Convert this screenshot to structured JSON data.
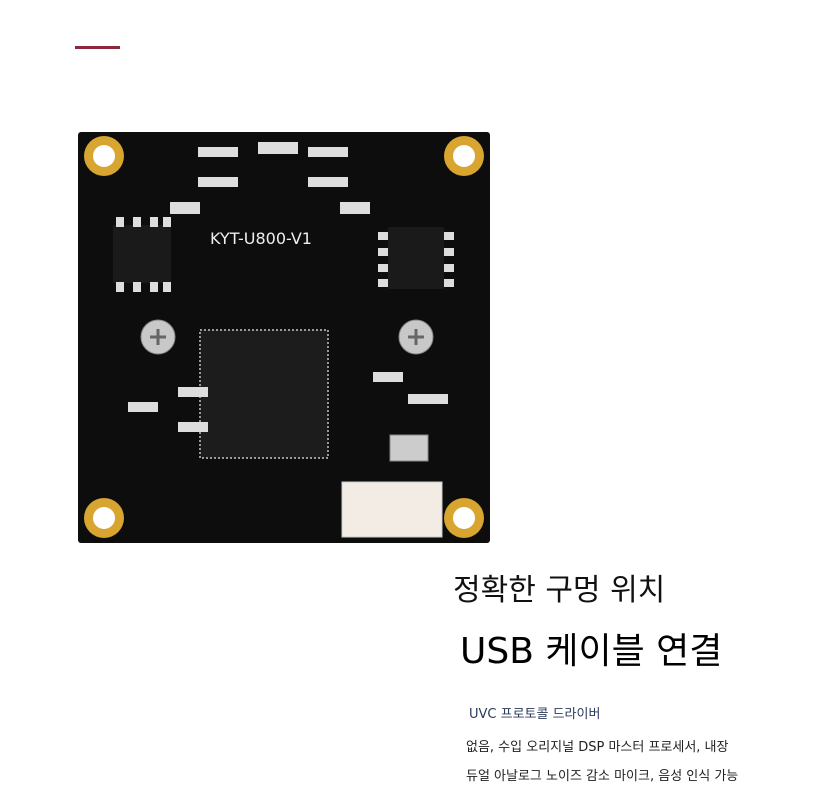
{
  "accent_color": "#8b2a3a",
  "product": {
    "silkscreen_label": "KYT-U800-V1",
    "board_color": "#0d0d0d",
    "pad_color": "#d9a531"
  },
  "headline": {
    "line1": "정확한 구멍 위치",
    "line2": "USB 케이블 연결"
  },
  "description": {
    "line1": "UVC 프로토콜 드라이버",
    "line2": "없음, 수입 오리지널 DSP 마스터 프로세서, 내장",
    "line3": "듀얼 아날로그 노이즈 감소 마이크, 음성 인식 가능"
  }
}
